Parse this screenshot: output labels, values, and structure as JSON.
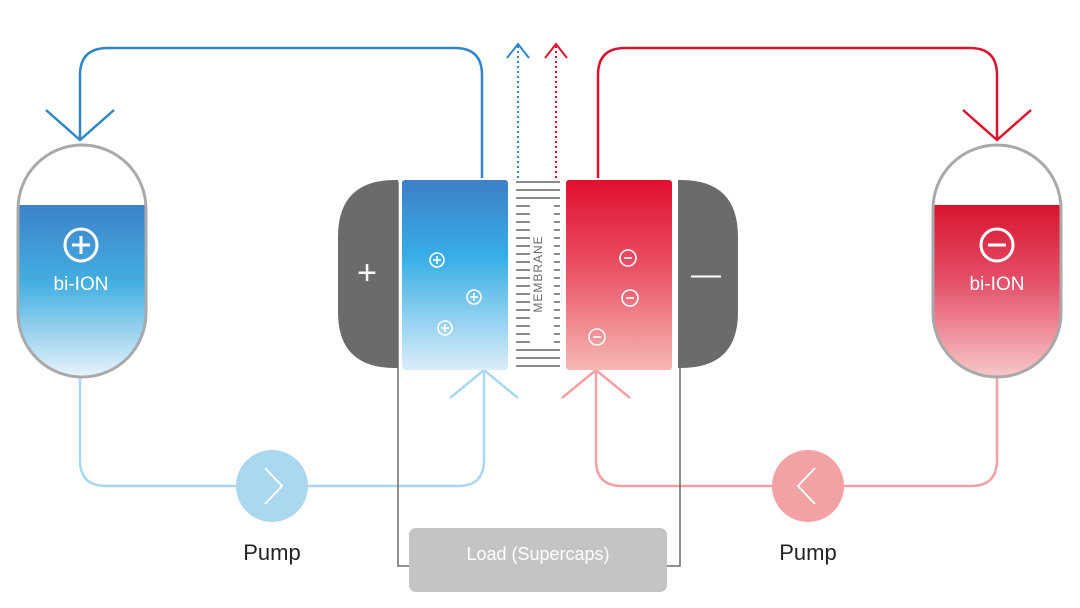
{
  "left_tank": {
    "label": "bi-ION",
    "symbol": "+"
  },
  "right_tank": {
    "label": "bi-ION",
    "symbol": "−"
  },
  "membrane": {
    "label": "MEMBRANE"
  },
  "load": {
    "label": "Load (Supercaps)"
  },
  "left_pump": {
    "label": "Pump"
  },
  "right_pump": {
    "label": "Pump"
  },
  "electrodes": {
    "positive": "+",
    "negative": "—"
  },
  "colors": {
    "blue": "#2f8fd0",
    "blue_light": "#a9d8ef",
    "red": "#d9142e",
    "red_light": "#f2a1a4",
    "gray_dark": "#6b6b6b",
    "gray_load": "#c4c4c4"
  }
}
